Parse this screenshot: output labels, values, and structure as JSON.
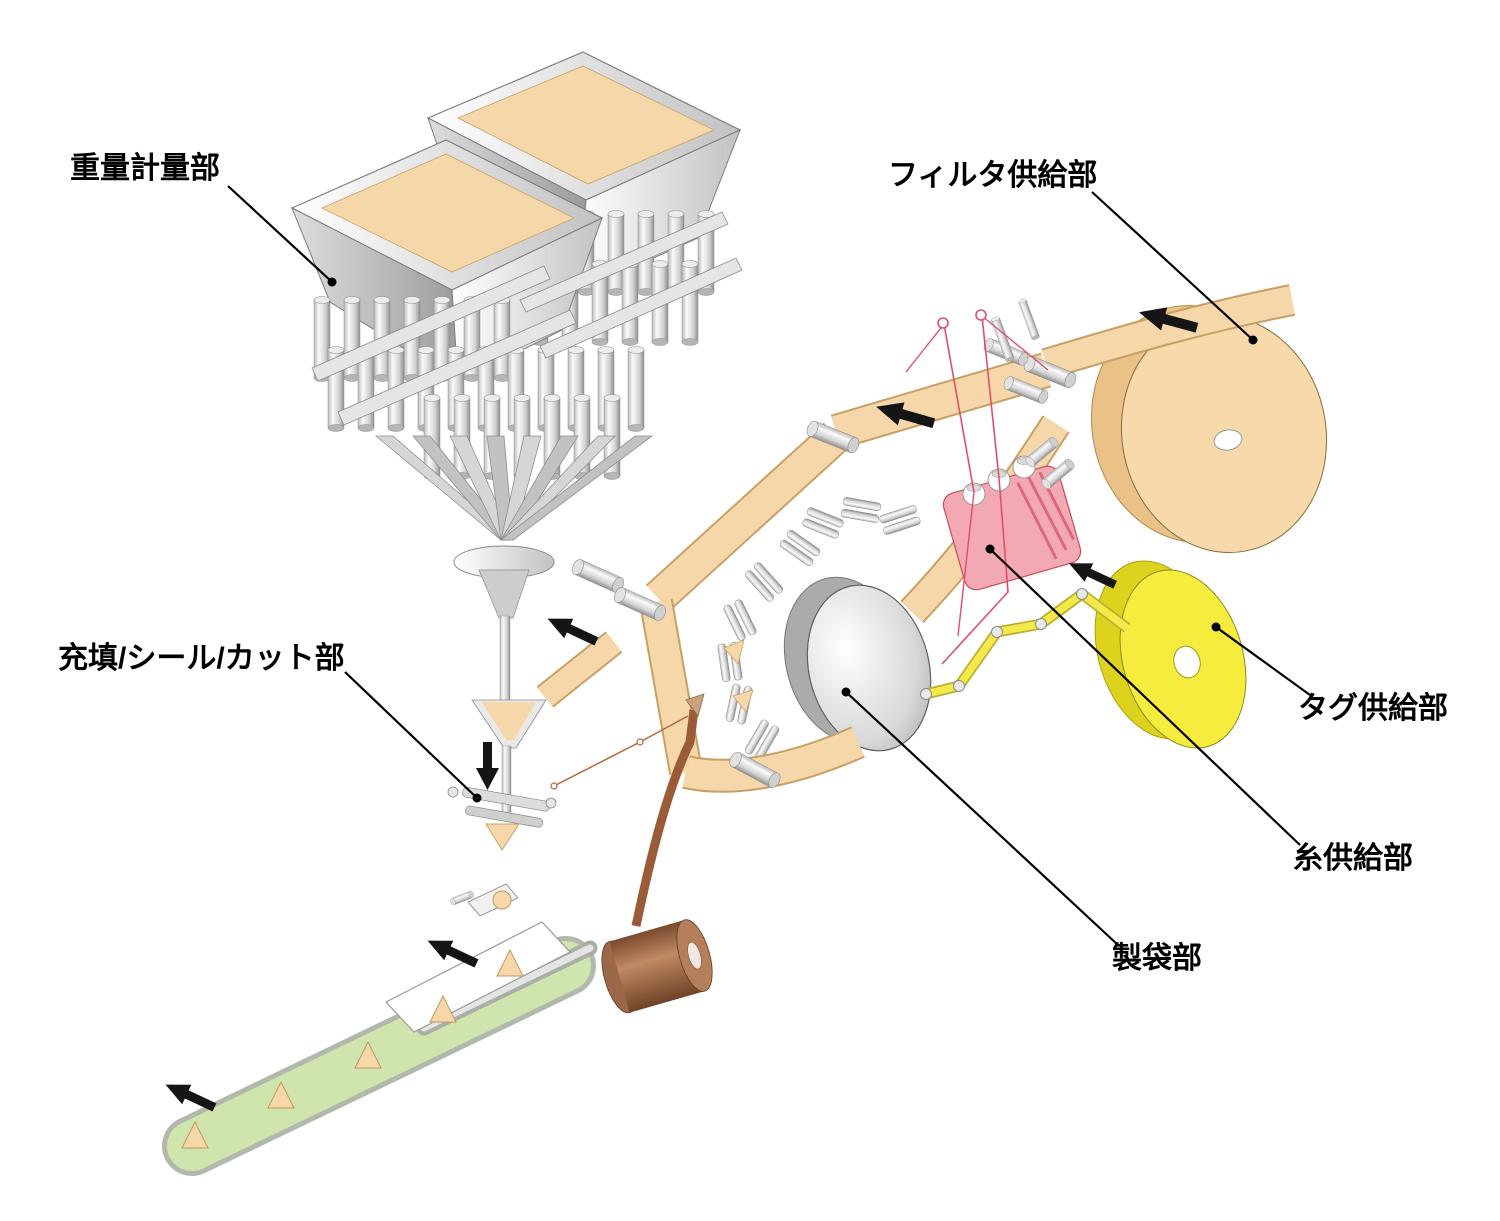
{
  "diagram": {
    "type": "isometric-process-diagram",
    "subject": "tea-bag packaging machine sections",
    "background_color": "#ffffff",
    "labels": {
      "weighing": "重量計量部",
      "filter_supply": "フィルタ供給部",
      "fill_seal_cut": "充填/シール/カット部",
      "tag_supply": "タグ供給部",
      "thread_supply": "糸供給部",
      "bag_making": "製袋部"
    },
    "colors": {
      "belt_web": "#f6d7a9",
      "belt_web_edge": "#c7a066",
      "hopper_contents": "#f6d7a9",
      "machine_metal_light": "#f2f2f2",
      "machine_metal_dark": "#8f8f8f",
      "filter_roll": "#f7d9ab",
      "tag_roll": "#f5ec3e",
      "tag_tape": "#f3e94a",
      "thread_unit_body": "#f3a9b4",
      "thread_line": "#e0506a",
      "paper_roll": "#b5785c",
      "paper_ribbon": "#9a5c38",
      "output_conveyor": "#cfe5ad",
      "tea_bag": "#f6d7a9",
      "flow_arrow": "#151515",
      "label_text": "#000000",
      "leader_line": "#000000"
    }
  }
}
